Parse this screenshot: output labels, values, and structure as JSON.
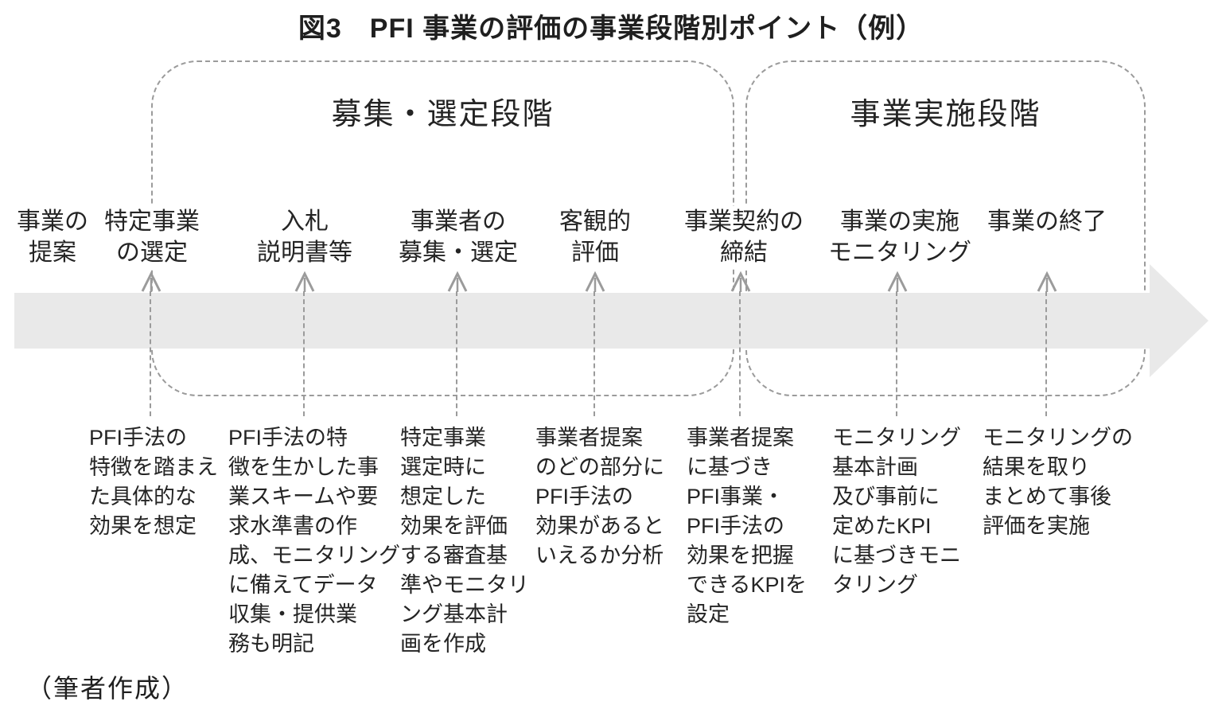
{
  "figure": {
    "title": "図3　PFI 事業の評価の事業段階別ポイント（例）",
    "caption": "（筆者作成）"
  },
  "phases": [
    {
      "label": "募集・選定段階"
    },
    {
      "label": "事業実施段階"
    }
  ],
  "milestones": [
    {
      "label": "事業の\n提案"
    },
    {
      "label": "特定事業\nの選定"
    },
    {
      "label": "入札\n説明書等"
    },
    {
      "label": "事業者の\n募集・選定"
    },
    {
      "label": "客観的\n評価"
    },
    {
      "label": "事業契約の\n締結"
    },
    {
      "label": "事業の実施\nモニタリング"
    },
    {
      "label": "事業の終了"
    }
  ],
  "points": [
    {
      "text": "PFI手法の\n特徴を踏まえ\nた具体的な\n効果を想定"
    },
    {
      "text": "PFI手法の特\n徴を生かした事\n業スキームや要\n求水準書の作\n成、モニタリング\nに備えてデータ\n収集・提供業\n務も明記"
    },
    {
      "text": "特定事業\n選定時に\n想定した\n効果を評価\nする審査基\n準やモニタリ\nング基本計\n画を作成"
    },
    {
      "text": "事業者提案\nのどの部分に\nPFI手法の\n効果があると\nいえるか分析"
    },
    {
      "text": "事業者提案\nに基づき\nPFI事業・\nPFI手法の\n効果を把握\nできるKPIを\n設定"
    },
    {
      "text": "モニタリング\n基本計画\n及び事前に\n定めたKPI\nに基づきモニ\nタリング"
    },
    {
      "text": "モニタリングの\n結果を取り\nまとめて事後\n評価を実施"
    }
  ],
  "colors": {
    "timeline_fill": "#e9e9e9",
    "dash_gray": "#9b9b9b",
    "text": "#242424"
  }
}
